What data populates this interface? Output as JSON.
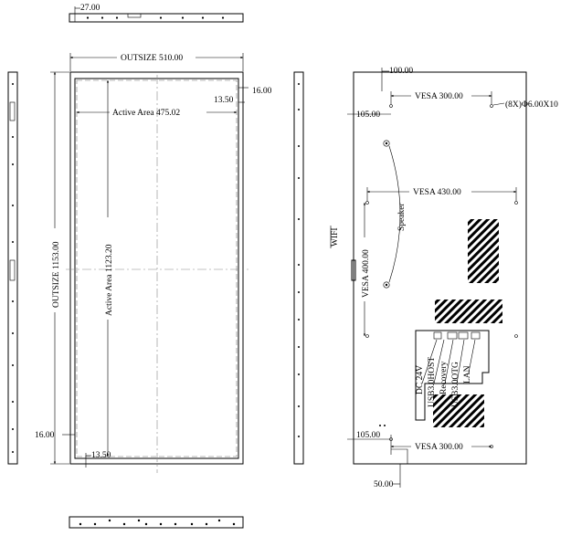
{
  "dimensions": {
    "top_thickness": "27.00",
    "outsize_width": "OUTSIZE 510.00",
    "outsize_height": "OUTSIZE 1153.00",
    "active_width": "Active Area 475.02",
    "active_height": "Active Area 1123.20",
    "bezel_top": "16.00",
    "bezel_side": "13.50",
    "bezel_bottom": "16.00",
    "bezel_side_bottom": "13.50"
  },
  "rear": {
    "top_offset": "100.00",
    "vesa_top": "VESA 300.00",
    "screw_spec": "(8X)Φ6.00X10",
    "left_offset_top": "105.00",
    "vesa_mid": "VESA 430.00",
    "vesa_vertical": "VESA 400.00",
    "speaker": "Speaker",
    "wifi": "WIFI",
    "left_offset_bottom": "105.00",
    "vesa_bottom": "VESA 300.00",
    "bottom_offset": "50.00"
  },
  "ports": [
    "DC 24V",
    "USB3.0HOST",
    "Recovery",
    "USB3.0OTG",
    "LAN"
  ]
}
